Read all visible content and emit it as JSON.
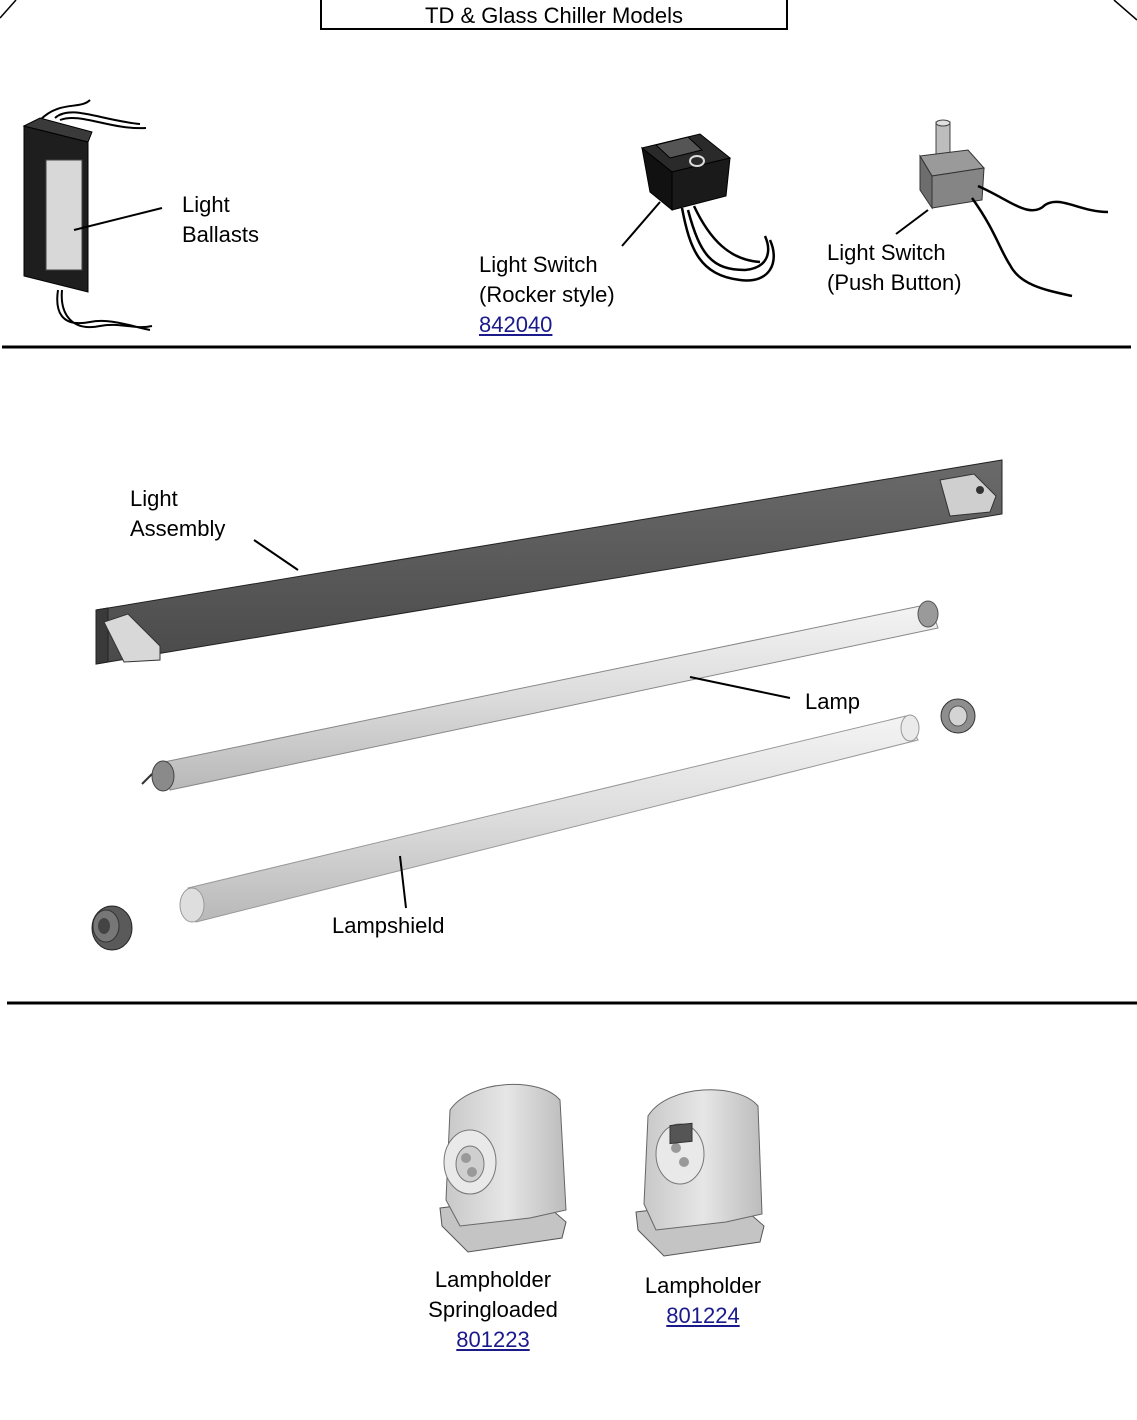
{
  "title": "TD & Glass Chiller Models",
  "parts": {
    "ballast": {
      "line1": "Light",
      "line2": "Ballasts"
    },
    "rocker_switch": {
      "line1": "Light Switch",
      "line2": "(Rocker style)",
      "part_no": "842040"
    },
    "push_switch": {
      "line1": "Light Switch",
      "line2": "(Push Button)"
    },
    "light_assembly": {
      "line1": "Light",
      "line2": "Assembly"
    },
    "lamp": {
      "label": "Lamp"
    },
    "lampshield": {
      "label": "Lampshield"
    },
    "lampholder_spring": {
      "line1": "Lampholder",
      "line2": "Springloaded",
      "part_no": "801223"
    },
    "lampholder": {
      "line1": "Lampholder",
      "part_no": "801224"
    }
  },
  "colors": {
    "link": "#1a1a8c",
    "assembly": "#5a5a5a",
    "tube": "#e2e2e2"
  }
}
